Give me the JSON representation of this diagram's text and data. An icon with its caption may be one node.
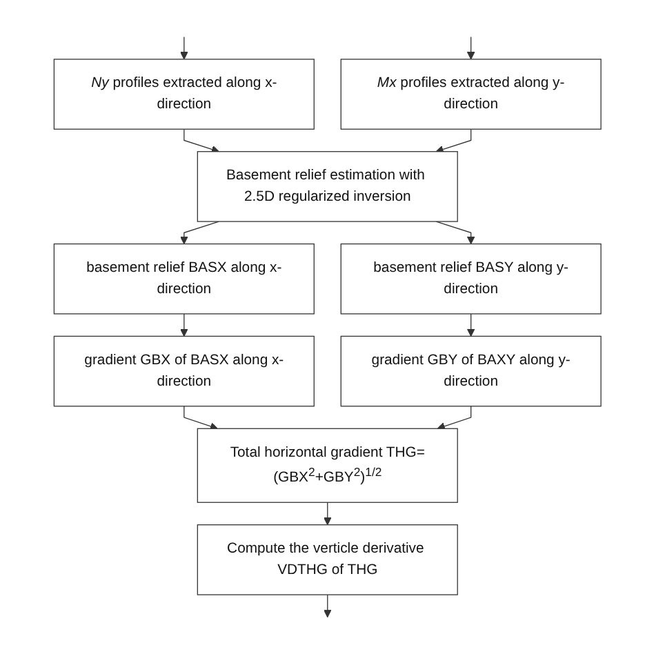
{
  "diagram": {
    "nodes": [
      {
        "text": [
          "*Ny* profiles extracted along x-direction"
        ]
      },
      {
        "text": [
          "*Mx* profiles extracted along y-direction"
        ]
      },
      {
        "text": [
          "Basement relief estimation with 2.5D regularized inversion"
        ]
      },
      {
        "text": [
          "basement relief BASX along x-direction"
        ]
      },
      {
        "text": [
          "basement relief BASY along y-direction"
        ]
      },
      {
        "text": [
          "gradient GBX of BASX along x-direction"
        ]
      },
      {
        "text": [
          "gradient GBY of BAXY along y-direction"
        ]
      },
      {
        "text": [
          "Total horizontal gradient THG=(GBX$^{2}$+GBY$^{2}$)$^{1/2}$"
        ]
      },
      {
        "text": [
          "Compute the verticle derivative VDTHG of THG"
        ]
      }
    ],
    "edges": [
      {
        "from": null,
        "to": 0,
        "arrow": "to"
      },
      {
        "from": null,
        "to": 1,
        "arrow": "to"
      },
      {
        "from": 0,
        "to": 2,
        "arrow": "to"
      },
      {
        "from": 1,
        "to": 2,
        "arrow": "to"
      },
      {
        "from": 2,
        "to": 3,
        "arrow": "to"
      },
      {
        "from": 2,
        "to": 4,
        "arrow": "to"
      },
      {
        "from": 3,
        "to": 5,
        "arrow": "to"
      },
      {
        "from": 4,
        "to": 6,
        "arrow": "to"
      },
      {
        "from": 5,
        "to": 7,
        "arrow": "to"
      },
      {
        "from": 6,
        "to": 7,
        "arrow": "to"
      },
      {
        "from": 7,
        "to": 8,
        "arrow": "to"
      },
      {
        "from": 8,
        "to": null,
        "arrow": "to"
      }
    ]
  }
}
